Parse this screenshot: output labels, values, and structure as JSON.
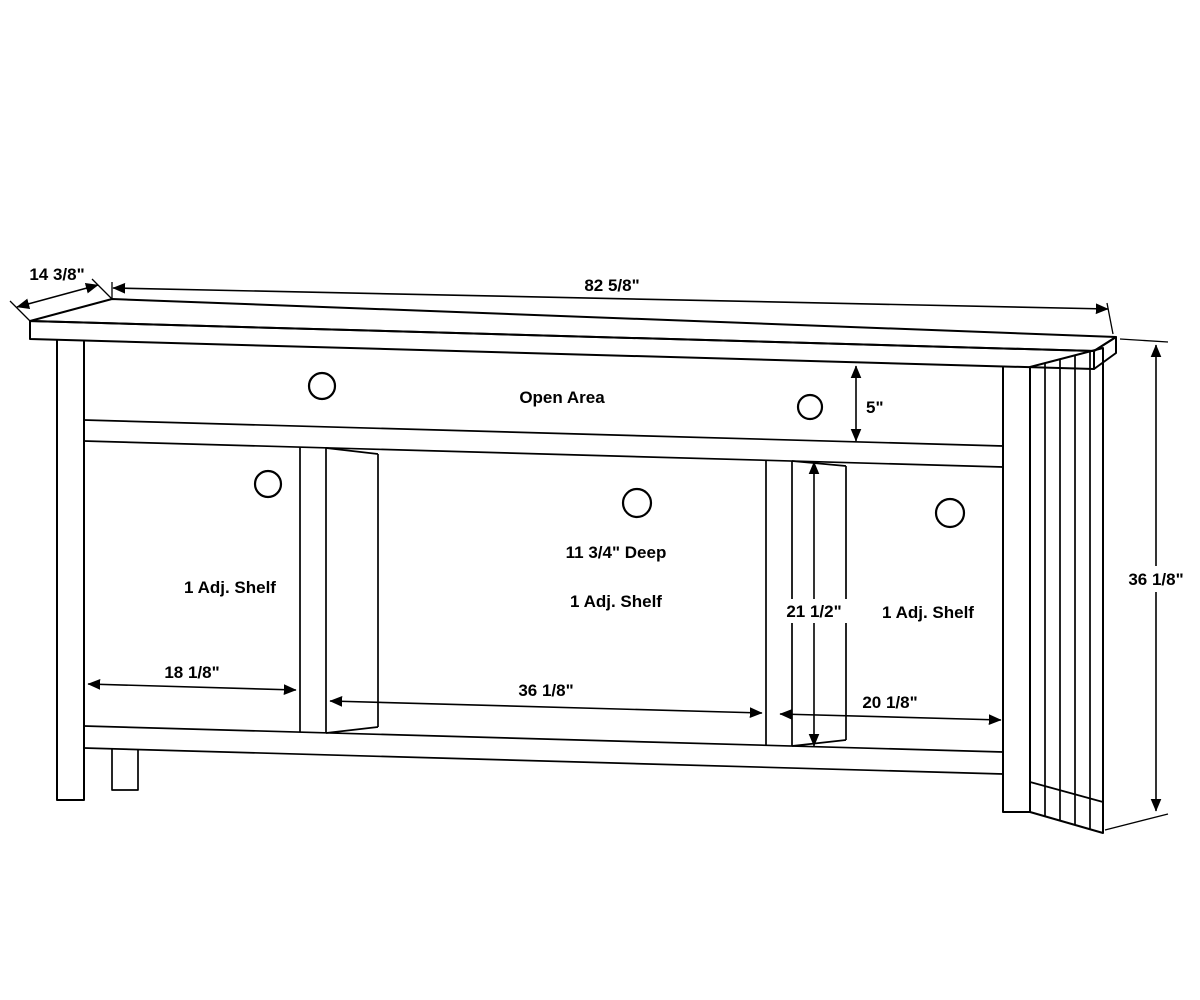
{
  "drawing": {
    "line_color": "#000000",
    "background_color": "#ffffff",
    "dimensions": {
      "top_depth": "14 3/8\"",
      "total_width": "82 5/8\"",
      "open_area_height": "5\"",
      "interior_depth": "11 3/4\" Deep",
      "interior_height": "21 1/2\"",
      "total_height": "36 1/8\"",
      "left_compartment_width": "18 1/8\"",
      "middle_compartment_width": "36 1/8\"",
      "right_compartment_width": "20 1/8\""
    },
    "labels": {
      "open_area": "Open Area",
      "left_compartment_shelf": "1 Adj. Shelf",
      "middle_compartment_shelf": "1 Adj. Shelf",
      "right_compartment_shelf": "1 Adj. Shelf"
    }
  }
}
